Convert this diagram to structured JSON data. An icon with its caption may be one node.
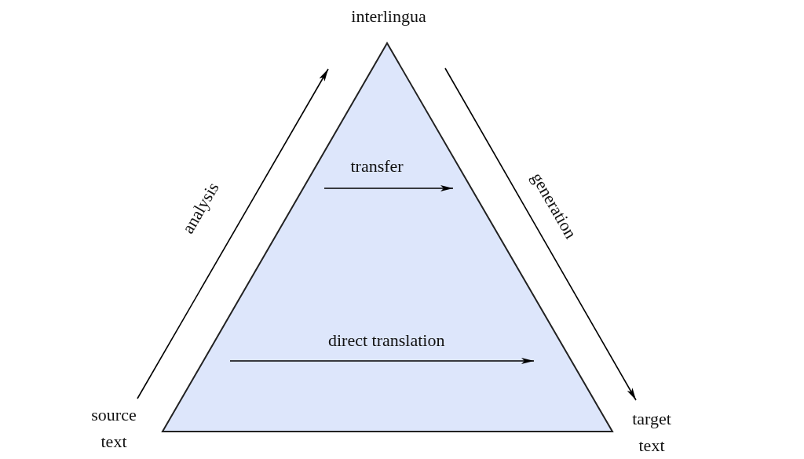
{
  "diagram": {
    "nodes": [
      {
        "text": [
          "interlingua"
        ]
      },
      {
        "text": [
          "source text"
        ]
      },
      {
        "text": [
          "target text"
        ]
      }
    ],
    "edges": [
      {
        "from": 1,
        "to": 0,
        "arrow": "to",
        "label": "analysis"
      },
      {
        "from": 0,
        "to": 2,
        "arrow": "to",
        "label": "generation"
      }
    ],
    "labels": [
      "transfer",
      "direct translation"
    ]
  }
}
